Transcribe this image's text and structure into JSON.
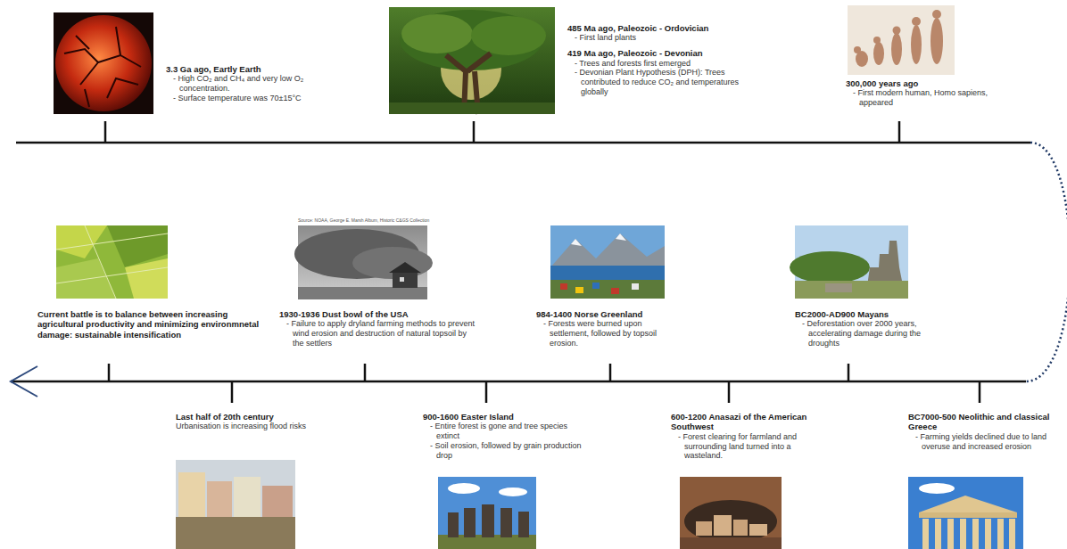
{
  "diagram": {
    "nodes": [
      {
        "text": [
          "3.3 Ga ago, Eartly Earth",
          "- High CO₂ and CH₄ and very low O₂ concentration.",
          "- Surface temperature was 70±15°C"
        ]
      },
      {
        "text": [
          "485 Ma ago, Paleozoic - Ordovician",
          "- First land plants",
          "419 Ma ago, Paleozoic - Devonian",
          "- Trees and forests first emerged",
          "- Devonian Plant Hypothesis (DPH): Trees contributed to reduce CO₂ and temperatures globally"
        ]
      },
      {
        "text": [
          "300,000 years ago",
          "- First modern human, Homo sapiens, appeared"
        ]
      },
      {
        "text": [
          "BC7000-500 Neolithic and classical Greece",
          "- Farming yields declined due to land overuse and increased erosion"
        ]
      },
      {
        "text": [
          "BC2000-AD900 Mayans",
          "- Deforestation over 2000 years, accelerating damage during the droughts"
        ]
      },
      {
        "text": [
          "600-1200 Anasazi of the American Southwest",
          "- Forest clearing for farmland and surrounding land turned into a wasteland."
        ]
      },
      {
        "text": [
          "984-1400 Norse Greenland",
          "- Forests were burned upon settlement, followed by topsoil erosion."
        ]
      },
      {
        "text": [
          "900-1600 Easter Island",
          "- Entire forest is gone and tree species extinct",
          "- Soil erosion, followed by grain production drop"
        ]
      },
      {
        "text": [
          "1930-1936 Dust bowl of the USA",
          "- Failure to apply dryland farming methods to prevent wind erosion and destruction of natural topsoil by the settlers"
        ]
      },
      {
        "text": [
          "Last half of 20th century",
          "Urbanisation is increasing flood risks"
        ]
      },
      {
        "text": [
          "Current battle is to balance between increasing agricultural productivity and minimizing environmnetal damage: sustainable intensification"
        ]
      }
    ],
    "labels": [
      "Source: NOAA, George E. Marsh Album, Historic C&GS Collection"
    ]
  }
}
